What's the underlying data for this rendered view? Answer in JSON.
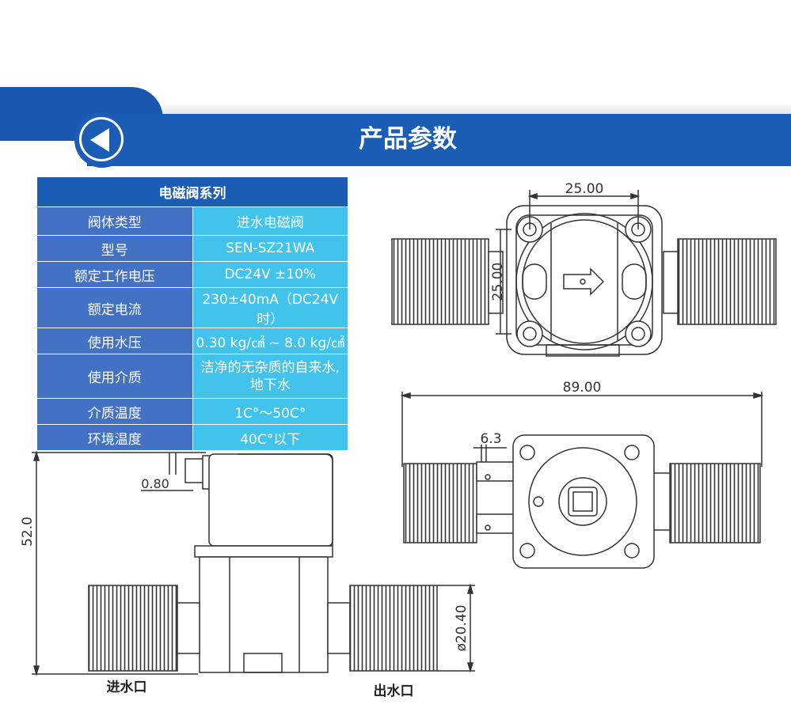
{
  "header": {
    "title": "产品参数"
  },
  "spec_table": {
    "title": "电磁阀系列",
    "rows": [
      {
        "key": "阀体类型",
        "value": "进水电磁阀"
      },
      {
        "key": "型号",
        "value": "SEN-SZ21WA"
      },
      {
        "key": "额定工作电压",
        "value": "DC24V ±10%"
      },
      {
        "key": "额定电流",
        "value": "230±40mA（DC24V时）"
      },
      {
        "key": "使用水压",
        "value": "0.30 kg/㎠ ~ 8.0 kg/㎠"
      },
      {
        "key": "使用介质",
        "value": "洁净的无杂质的自来水, 地下水"
      },
      {
        "key": "介质温度",
        "value": "1C°～50C°"
      },
      {
        "key": "环境温度",
        "value": "40C°以下"
      }
    ]
  },
  "drawing": {
    "dims": {
      "top_width": "25.00",
      "top_height": "25.00",
      "length": "89.00",
      "terminal": "6.3",
      "pin": "0.80",
      "height": "52.0",
      "thread_dia": "ø20.40"
    },
    "inlet_label": "进水口",
    "outlet_label": "出水口"
  },
  "colors": {
    "brand_blue": "#1a5cb6",
    "key_cell": "#4372c4",
    "value_cell": "#42c3ec"
  }
}
